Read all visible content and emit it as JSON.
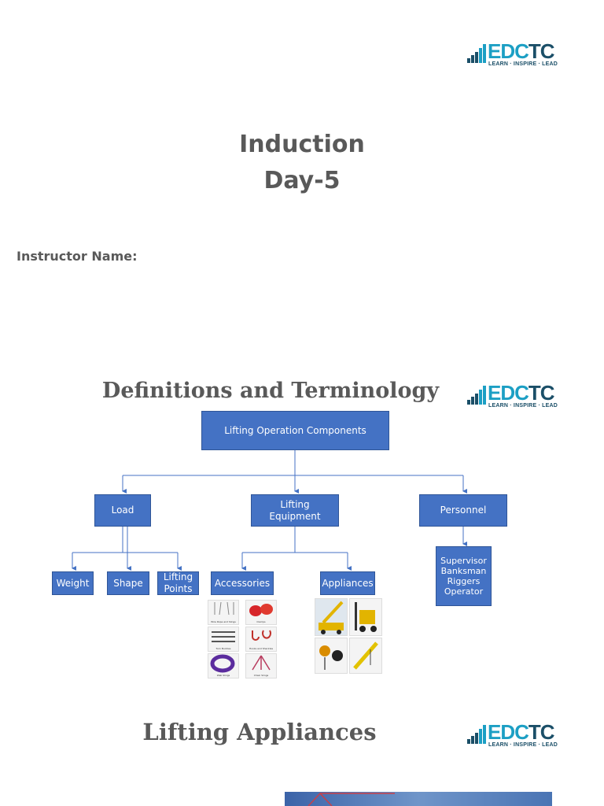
{
  "logo": {
    "brand_main": "EDC",
    "brand_end": "TC",
    "tagline": "LEARN · INSPIRE · LEAD"
  },
  "slide1": {
    "title_line1": "Induction",
    "title_line2": "Day-5",
    "instructor_label": "Instructor Name:"
  },
  "slide2": {
    "title": "Definitions and Terminology",
    "root": "Lifting Operation Components",
    "load": "Load",
    "equipment_line1": "Lifting",
    "equipment_line2": "Equipment",
    "personnel": "Personnel",
    "weight": "Weight",
    "shape": "Shape",
    "points_line1": "Lifting",
    "points_line2": "Points",
    "accessories": "Accessories",
    "appliances": "Appliances",
    "personnel_roles": [
      "Supervisor",
      "Banksman",
      "Riggers",
      "Operator"
    ],
    "accessory_captions": [
      "Wire Rope and Slings",
      "Clamps",
      "Turn Buckles",
      "Hooks and Shackles",
      "Web Slings",
      "Chain Slings"
    ]
  },
  "slide3": {
    "title": "Lifting Appliances"
  },
  "colors": {
    "box_fill": "#4472c4",
    "connector": "#4472c4",
    "title_gray": "#595959",
    "logo_blue": "#1c9fc4",
    "logo_navy": "#1b4f68"
  }
}
